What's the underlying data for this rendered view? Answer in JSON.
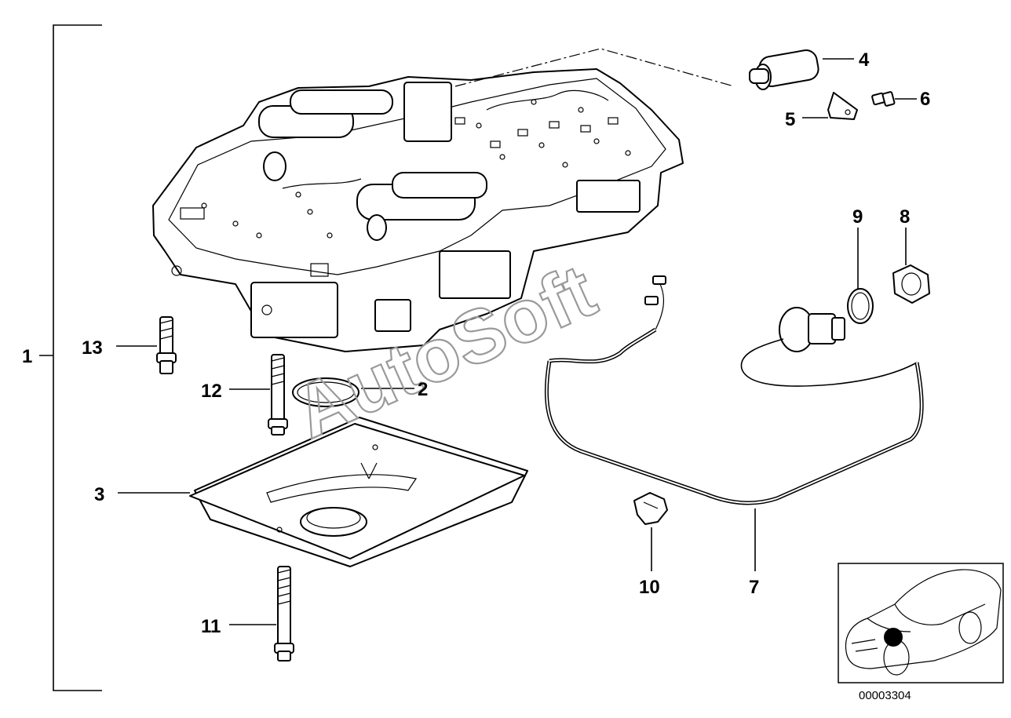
{
  "callouts": [
    {
      "id": "1",
      "label": "1"
    },
    {
      "id": "2",
      "label": "2"
    },
    {
      "id": "3",
      "label": "3"
    },
    {
      "id": "4",
      "label": "4"
    },
    {
      "id": "5",
      "label": "5"
    },
    {
      "id": "6",
      "label": "6"
    },
    {
      "id": "7",
      "label": "7"
    },
    {
      "id": "8",
      "label": "8"
    },
    {
      "id": "9",
      "label": "9"
    },
    {
      "id": "10",
      "label": "10"
    },
    {
      "id": "11",
      "label": "11"
    },
    {
      "id": "12",
      "label": "12"
    },
    {
      "id": "13",
      "label": "13"
    }
  ],
  "watermark": "AutoSoft",
  "diagram_id": "00003304",
  "colors": {
    "line": "#000000",
    "watermark": "#9a9a9a",
    "background": "#ffffff"
  }
}
